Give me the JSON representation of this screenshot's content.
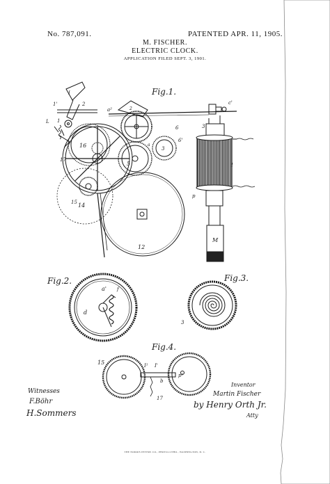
{
  "header": {
    "patent_number": "No. 787,091.",
    "patent_date": "PATENTED APR. 11, 1905.",
    "inventor": "M. FISCHER.",
    "title": "ELECTRIC CLOCK.",
    "application": "APPLICATION FILED SEPT. 3, 1901."
  },
  "figures": {
    "fig1": "Fig.1.",
    "fig2": "Fig.2.",
    "fig3": "Fig.3.",
    "fig4": "Fig.4."
  },
  "signatures": {
    "witnesses_label": "Witnesses",
    "witness_1": "F.Böhr",
    "witness_2": "H.Sommers",
    "inventor_label": "Inventor",
    "inventor_name": "Martin Fischer",
    "by_attorney": "by Henry Orth Jr.",
    "atty_label": "Atty"
  },
  "footer": "THE NORRIS PETERS CO., PHOTO-LITHO., WASHINGTON, D. C."
}
